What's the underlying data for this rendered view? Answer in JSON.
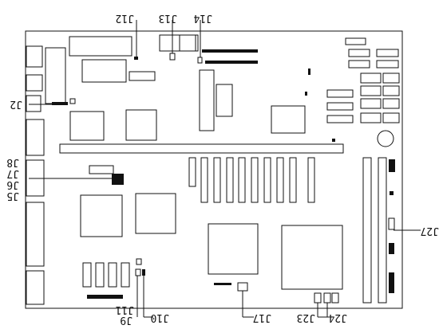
{
  "diagram": {
    "connector_labels": {
      "j12": "J12",
      "j13": "J13",
      "j14": "J14",
      "j2": "J2",
      "j8": "J8",
      "j7": "J7",
      "j6": "J6",
      "j5": "J5",
      "j27": "J27",
      "j11": "J11",
      "j9": "J9",
      "j10": "J10",
      "j17": "J17",
      "j23": "J23",
      "j24": "J24"
    }
  }
}
